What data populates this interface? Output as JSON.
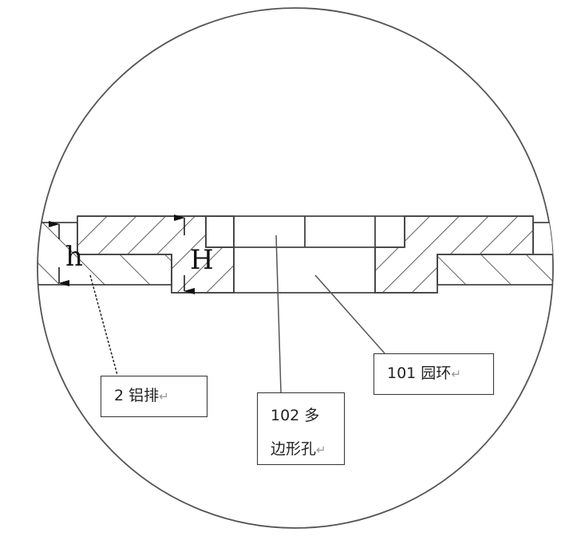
{
  "diagram": {
    "dimensions": {
      "h": "h",
      "H": "H"
    },
    "labels": {
      "aluminum_bar": "2  铝排",
      "ring": "101 园环",
      "polygon_hole_line1": "102 多",
      "polygon_hole_line2": "边形孔",
      "return_mark": "↵"
    },
    "colors": {
      "line": "#444444",
      "background": "#ffffff"
    }
  }
}
